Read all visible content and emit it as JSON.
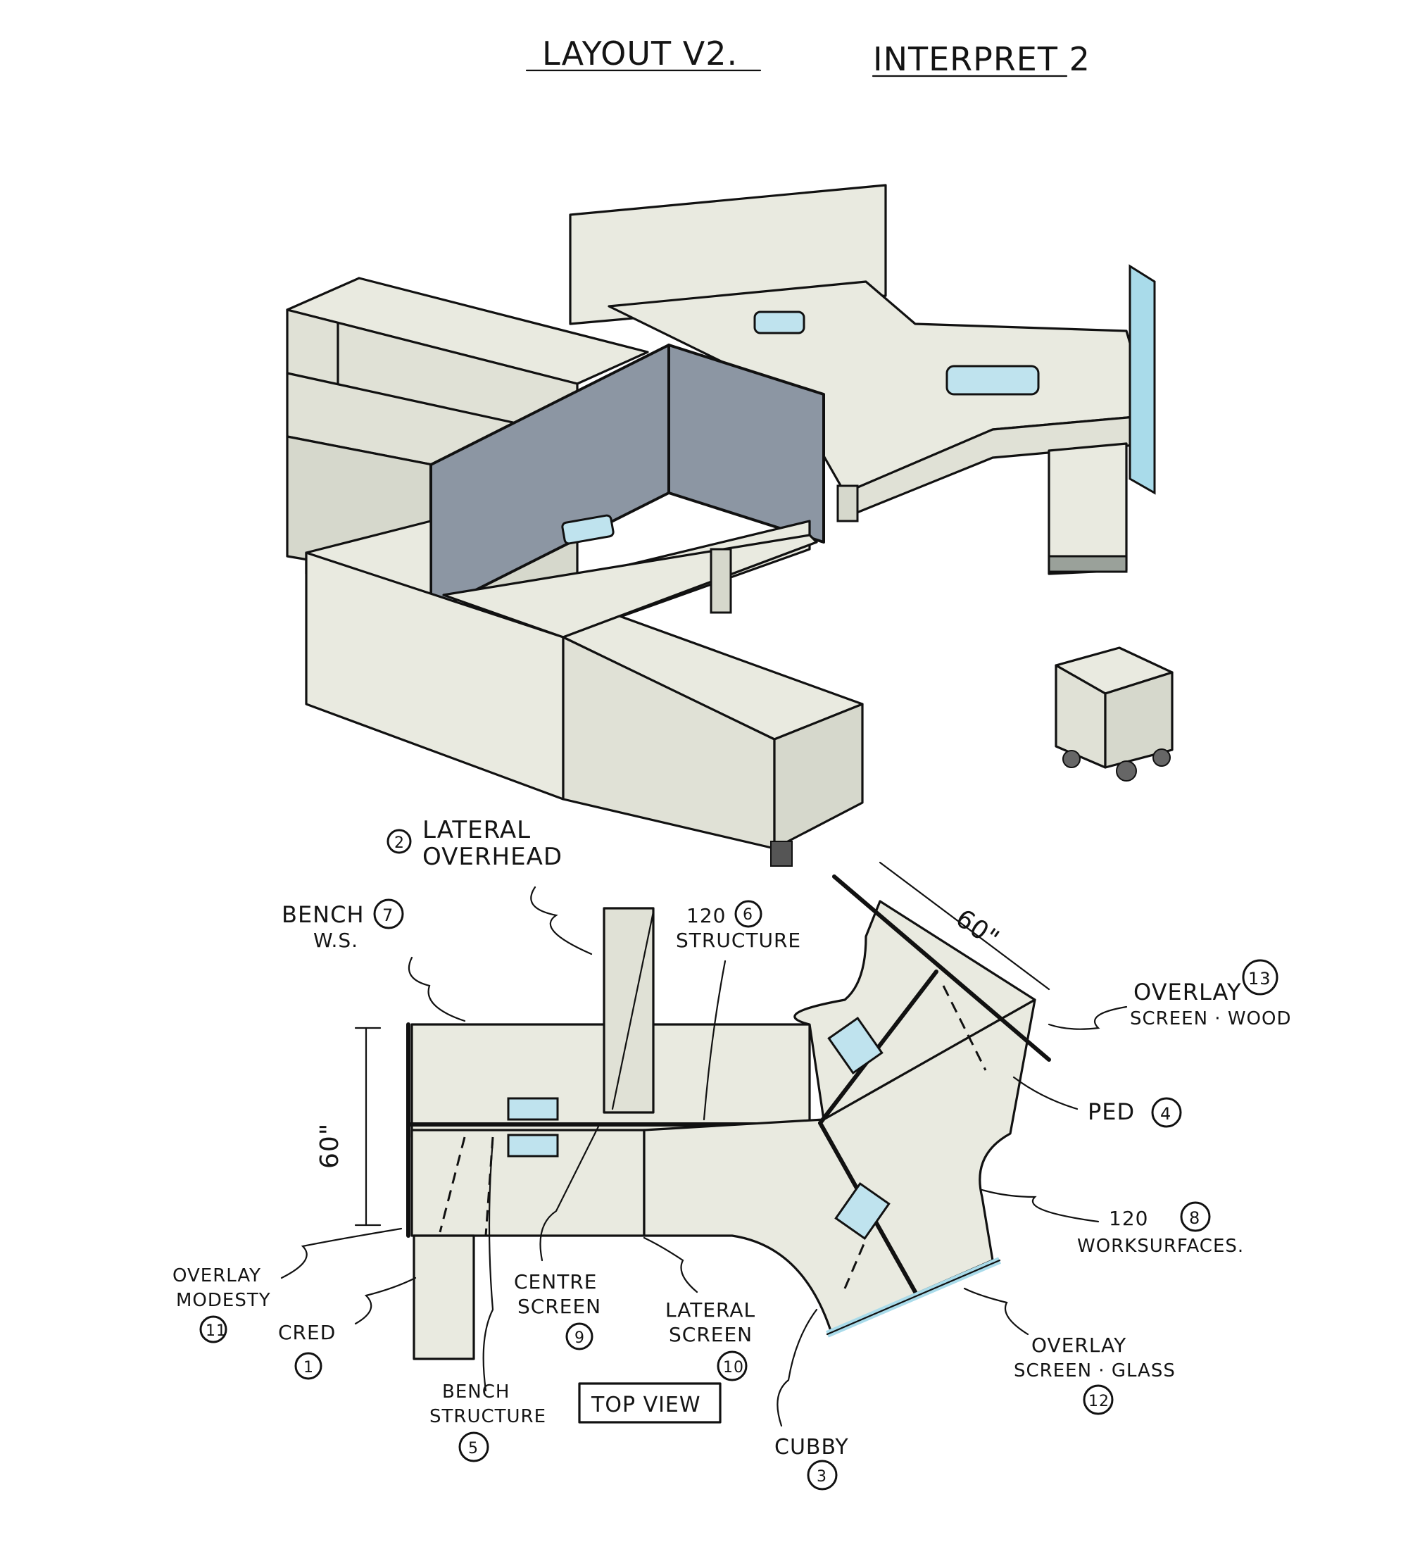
{
  "header": {
    "title_left": "LAYOUT V2.",
    "title_right": "INTERPRET 2"
  },
  "labels": {
    "lateral_overhead": {
      "num": "2",
      "line1": "LATERAL",
      "line2": "OVERHEAD"
    },
    "bench_ws": {
      "line1": "BENCH",
      "num": "7",
      "line2": "W.S."
    },
    "structure_120": {
      "line1": "120",
      "num": "6",
      "line2": "STRUCTURE"
    },
    "dim_top": "60\"",
    "dim_left": "60\"",
    "overlay_wood": {
      "line1": "OVERLAY",
      "num": "13",
      "line2": "SCREEN · WOOD"
    },
    "ped": {
      "text": "PED",
      "num": "4"
    },
    "worksurfaces_120": {
      "line1": "120",
      "num": "8",
      "line2": "WORKSURFACES."
    },
    "overlay_modesty": {
      "line1": "OVERLAY",
      "line2": "MODESTY",
      "num": "11"
    },
    "cred": {
      "text": "CRED",
      "num": "1"
    },
    "centre_screen": {
      "line1": "CENTRE",
      "line2": "SCREEN",
      "num": "9"
    },
    "lateral_screen": {
      "line1": "LATERAL",
      "line2": "SCREEN",
      "num": "10"
    },
    "overlay_glass": {
      "line1": "OVERLAY",
      "line2": "SCREEN · GLASS",
      "num": "12"
    },
    "bench_structure": {
      "line1": "BENCH",
      "line2": "STRUCTURE",
      "num": "5"
    },
    "top_view": "TOP VIEW",
    "cubby": {
      "text": "CUBBY",
      "num": "3"
    }
  },
  "colors": {
    "ink": "#111111",
    "surface": "#e9eae0",
    "fabric_screen": "#8c96a3",
    "glass": "#a9dbea",
    "grommet": "#bfe3ee"
  }
}
